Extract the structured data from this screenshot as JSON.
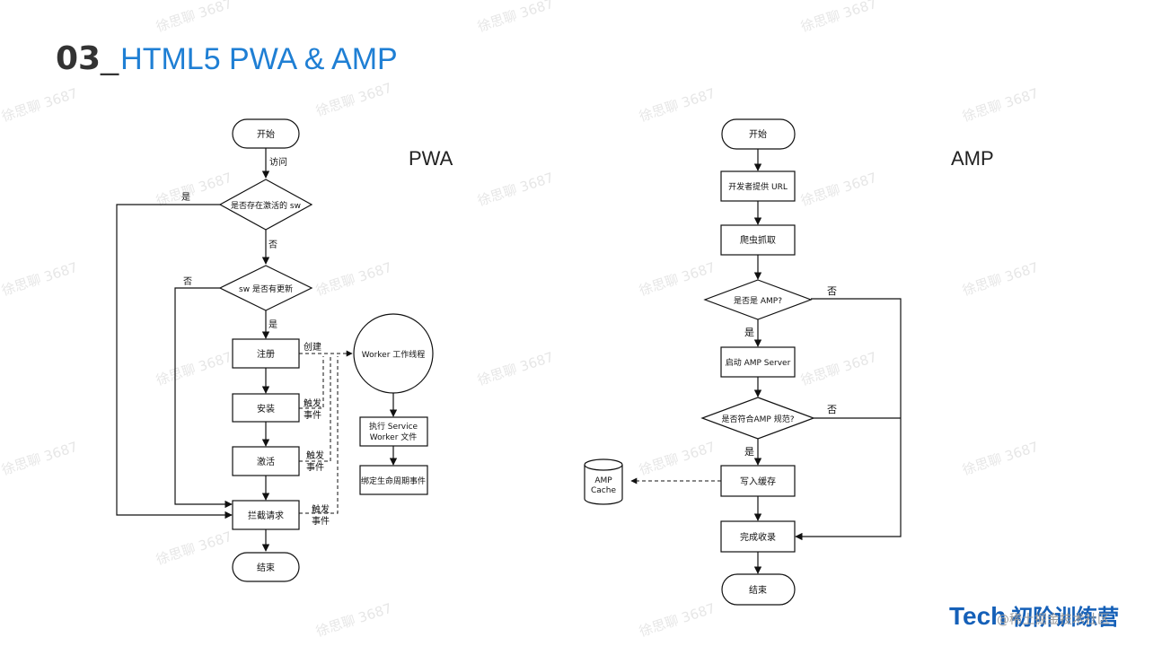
{
  "title": {
    "number": "03",
    "separator": "_",
    "text": "HTML5 PWA & AMP"
  },
  "watermark": "徐思聊 3687",
  "brand": {
    "tech": "Tech",
    "cn": "初阶训练营"
  },
  "credit": "@稀土掘金技术社区",
  "pwa": {
    "heading": "PWA",
    "nodes": {
      "start": "开始",
      "active_sw_q": "是否存在激活的 sw",
      "sw_update_q": "sw 是否有更新",
      "register": "注册",
      "install": "安装",
      "activate": "激活",
      "intercept": "拦截请求",
      "end": "结束",
      "worker_thread": "Worker 工作线程",
      "exec_line1": "执行 Service",
      "exec_line2": "Worker 文件",
      "bind_lifecycle": "绑定生命周期事件"
    },
    "edge_labels": {
      "visit": "访问",
      "yes1": "是",
      "no1": "否",
      "no2": "否",
      "yes2": "是",
      "create": "创建",
      "trigger1_a": "触发",
      "trigger1_b": "事件",
      "trigger2_a": "触发",
      "trigger2_b": "事件",
      "trigger3_a": "触发",
      "trigger3_b": "事件"
    }
  },
  "amp": {
    "heading": "AMP",
    "nodes": {
      "start": "开始",
      "provide_url": "开发者提供 URL",
      "crawl": "爬虫抓取",
      "is_amp_q": "是否是 AMP?",
      "start_server": "启动 AMP Server",
      "conform_q": "是否符合AMP 规范?",
      "write_cache": "写入缓存",
      "cache_line1": "AMP",
      "cache_line2": "Cache",
      "complete": "完成收录",
      "end": "结束"
    },
    "edge_labels": {
      "no1": "否",
      "yes1": "是",
      "no2": "否",
      "yes2": "是"
    }
  }
}
